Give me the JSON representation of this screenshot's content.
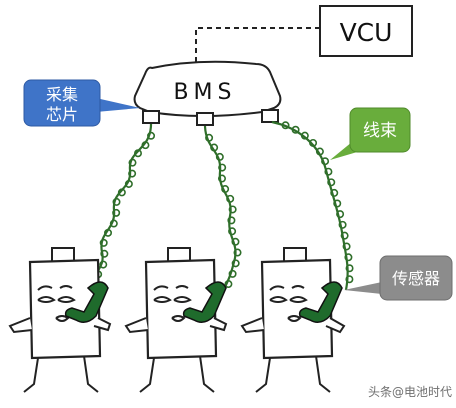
{
  "nodes": {
    "vcu": "VCU",
    "bms": "BMS"
  },
  "callouts": {
    "chip_line1": "采集",
    "chip_line2": "芯片",
    "harness": "线束",
    "sensor": "传感器"
  },
  "colors": {
    "chip_callout": "#3f74c8",
    "harness_callout": "#69ad3c",
    "sensor_callout": "#8c8c8c",
    "wire": "#2f6e2a",
    "phone": "#1f6b2c",
    "ink": "#222222"
  },
  "watermark": "头条@电池时代"
}
